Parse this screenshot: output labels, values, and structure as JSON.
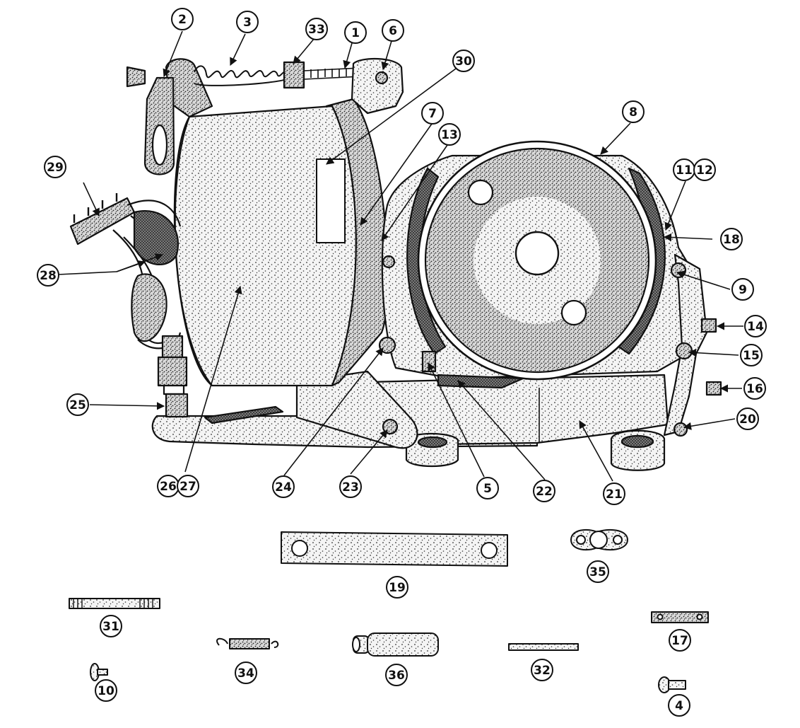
{
  "diagram": {
    "callouts": [
      {
        "id": "p2",
        "label": "2"
      },
      {
        "id": "p3",
        "label": "3"
      },
      {
        "id": "p33",
        "label": "33"
      },
      {
        "id": "p1",
        "label": "1"
      },
      {
        "id": "p6",
        "label": "6"
      },
      {
        "id": "p30",
        "label": "30"
      },
      {
        "id": "p8",
        "label": "8"
      },
      {
        "id": "p7",
        "label": "7"
      },
      {
        "id": "p13",
        "label": "13"
      },
      {
        "id": "p11",
        "label": "11"
      },
      {
        "id": "p12",
        "label": "12"
      },
      {
        "id": "p29",
        "label": "29"
      },
      {
        "id": "p18",
        "label": "18"
      },
      {
        "id": "p28",
        "label": "28"
      },
      {
        "id": "p9",
        "label": "9"
      },
      {
        "id": "p14",
        "label": "14"
      },
      {
        "id": "p15",
        "label": "15"
      },
      {
        "id": "p16",
        "label": "16"
      },
      {
        "id": "p25",
        "label": "25"
      },
      {
        "id": "p20",
        "label": "20"
      },
      {
        "id": "p26",
        "label": "26"
      },
      {
        "id": "p27",
        "label": "27"
      },
      {
        "id": "p24",
        "label": "24"
      },
      {
        "id": "p23",
        "label": "23"
      },
      {
        "id": "p5",
        "label": "5"
      },
      {
        "id": "p22",
        "label": "22"
      },
      {
        "id": "p21",
        "label": "21"
      },
      {
        "id": "p35",
        "label": "35"
      },
      {
        "id": "p19",
        "label": "19"
      },
      {
        "id": "p31",
        "label": "31"
      },
      {
        "id": "p17",
        "label": "17"
      },
      {
        "id": "p34",
        "label": "34"
      },
      {
        "id": "p36",
        "label": "36"
      },
      {
        "id": "p32",
        "label": "32"
      },
      {
        "id": "p10",
        "label": "10"
      },
      {
        "id": "p4",
        "label": "4"
      }
    ]
  }
}
